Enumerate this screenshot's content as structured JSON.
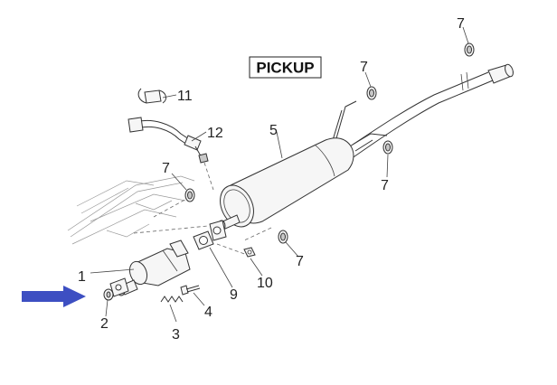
{
  "diagram": {
    "title": "PICKUP",
    "arrow_color": "#3d4fc2",
    "callouts": [
      {
        "id": "1",
        "text": "1"
      },
      {
        "id": "2",
        "text": "2"
      },
      {
        "id": "3",
        "text": "3"
      },
      {
        "id": "4",
        "text": "4"
      },
      {
        "id": "5",
        "text": "5"
      },
      {
        "id": "7a",
        "text": "7"
      },
      {
        "id": "7b",
        "text": "7"
      },
      {
        "id": "7c",
        "text": "7"
      },
      {
        "id": "7d",
        "text": "7"
      },
      {
        "id": "7e",
        "text": "7"
      },
      {
        "id": "9",
        "text": "9"
      },
      {
        "id": "10",
        "text": "10"
      },
      {
        "id": "11",
        "text": "11"
      },
      {
        "id": "12",
        "text": "12"
      }
    ]
  }
}
